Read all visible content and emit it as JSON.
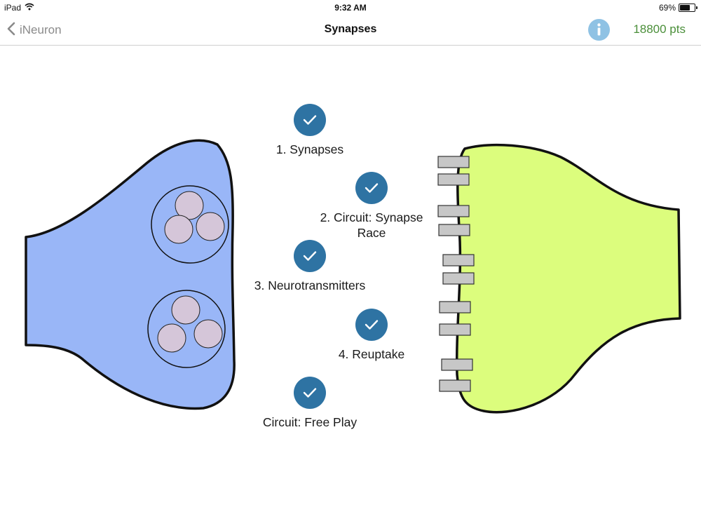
{
  "status_bar": {
    "device": "iPad",
    "time": "9:32 AM",
    "battery_text": "69%",
    "battery_level": 0.69
  },
  "nav": {
    "back_label": "iNeuron",
    "title": "Synapses",
    "info_icon": "info-icon",
    "points": "18800 pts"
  },
  "lessons": [
    {
      "label": "1. Synapses",
      "completed": true
    },
    {
      "label": "2. Circuit: Synapse Race",
      "completed": true
    },
    {
      "label": "3. Neurotransmitters",
      "completed": true
    },
    {
      "label": "4. Reuptake",
      "completed": true
    },
    {
      "label": "Circuit: Free Play",
      "completed": true
    }
  ],
  "colors": {
    "presynaptic": "#99b6f7",
    "postsynaptic": "#dcfd7d",
    "vesicle": "#d5c6d9",
    "check": "#2e73a3",
    "info": "#8fc2e4",
    "points": "#4b8f3a",
    "receptor": "#c7c7c7"
  }
}
